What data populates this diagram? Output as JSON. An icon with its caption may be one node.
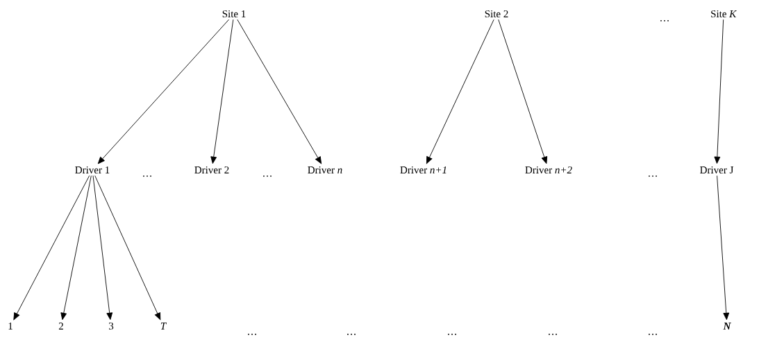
{
  "diagram": {
    "nodes": [
      {
        "text": [
          "Site 1"
        ]
      },
      {
        "text": [
          "Site 2"
        ]
      },
      {
        "text": [
          "Site *K*"
        ]
      },
      {
        "text": [
          "Driver 1"
        ]
      },
      {
        "text": [
          "Driver 2"
        ]
      },
      {
        "text": [
          "Driver *n*"
        ]
      },
      {
        "text": [
          "Driver *n+1*"
        ]
      },
      {
        "text": [
          "Driver *n+2*"
        ]
      },
      {
        "text": [
          "Driver J"
        ]
      },
      {
        "text": [
          "1"
        ]
      },
      {
        "text": [
          "2"
        ]
      },
      {
        "text": [
          "3"
        ]
      },
      {
        "text": [
          "T"
        ]
      },
      {
        "text": [
          "N"
        ]
      }
    ],
    "edges": [
      {
        "from": 0,
        "to": 3,
        "arrow": "to"
      },
      {
        "from": 0,
        "to": 4,
        "arrow": "to"
      },
      {
        "from": 0,
        "to": 5,
        "arrow": "to"
      },
      {
        "from": 1,
        "to": 6,
        "arrow": "to"
      },
      {
        "from": 1,
        "to": 7,
        "arrow": "to"
      },
      {
        "from": 2,
        "to": 8,
        "arrow": "to"
      },
      {
        "from": 3,
        "to": 9,
        "arrow": "to"
      },
      {
        "from": 3,
        "to": 10,
        "arrow": "to"
      },
      {
        "from": 3,
        "to": 11,
        "arrow": "to"
      },
      {
        "from": 3,
        "to": 12,
        "arrow": "to"
      },
      {
        "from": 8,
        "to": 13,
        "arrow": "to"
      }
    ],
    "labels": [
      "…",
      "…",
      "…",
      "…",
      "…",
      "…",
      "…",
      "…",
      "…"
    ]
  }
}
